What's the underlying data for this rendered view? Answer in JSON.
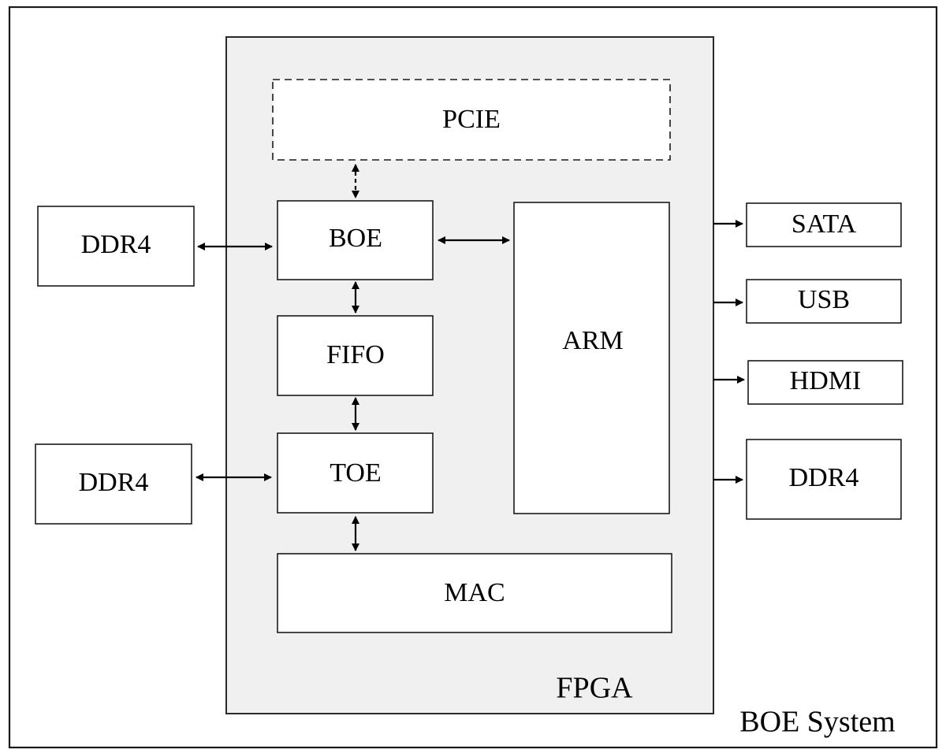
{
  "system": {
    "label": "BOE System"
  },
  "fpga": {
    "label": "FPGA"
  },
  "blocks": {
    "pcie": "PCIE",
    "boe": "BOE",
    "fifo": "FIFO",
    "toe": "TOE",
    "mac": "MAC",
    "arm": "ARM"
  },
  "external_left": [
    "DDR4",
    "DDR4"
  ],
  "external_right": [
    "SATA",
    "USB",
    "HDMI",
    "DDR4"
  ],
  "connections": [
    {
      "from": "PCIE",
      "to": "BOE",
      "style": "dashed",
      "direction": "bidirectional"
    },
    {
      "from": "DDR4",
      "to": "BOE",
      "style": "solid",
      "direction": "bidirectional"
    },
    {
      "from": "BOE",
      "to": "ARM",
      "style": "solid",
      "direction": "bidirectional"
    },
    {
      "from": "BOE",
      "to": "FIFO",
      "style": "solid",
      "direction": "bidirectional"
    },
    {
      "from": "FIFO",
      "to": "TOE",
      "style": "solid",
      "direction": "bidirectional"
    },
    {
      "from": "DDR4",
      "to": "TOE",
      "style": "solid",
      "direction": "bidirectional"
    },
    {
      "from": "TOE",
      "to": "MAC",
      "style": "solid",
      "direction": "bidirectional"
    },
    {
      "from": "FPGA",
      "to": "SATA",
      "style": "solid",
      "direction": "forward"
    },
    {
      "from": "FPGA",
      "to": "USB",
      "style": "solid",
      "direction": "forward"
    },
    {
      "from": "FPGA",
      "to": "HDMI",
      "style": "solid",
      "direction": "forward"
    },
    {
      "from": "FPGA",
      "to": "DDR4",
      "style": "solid",
      "direction": "forward"
    }
  ]
}
